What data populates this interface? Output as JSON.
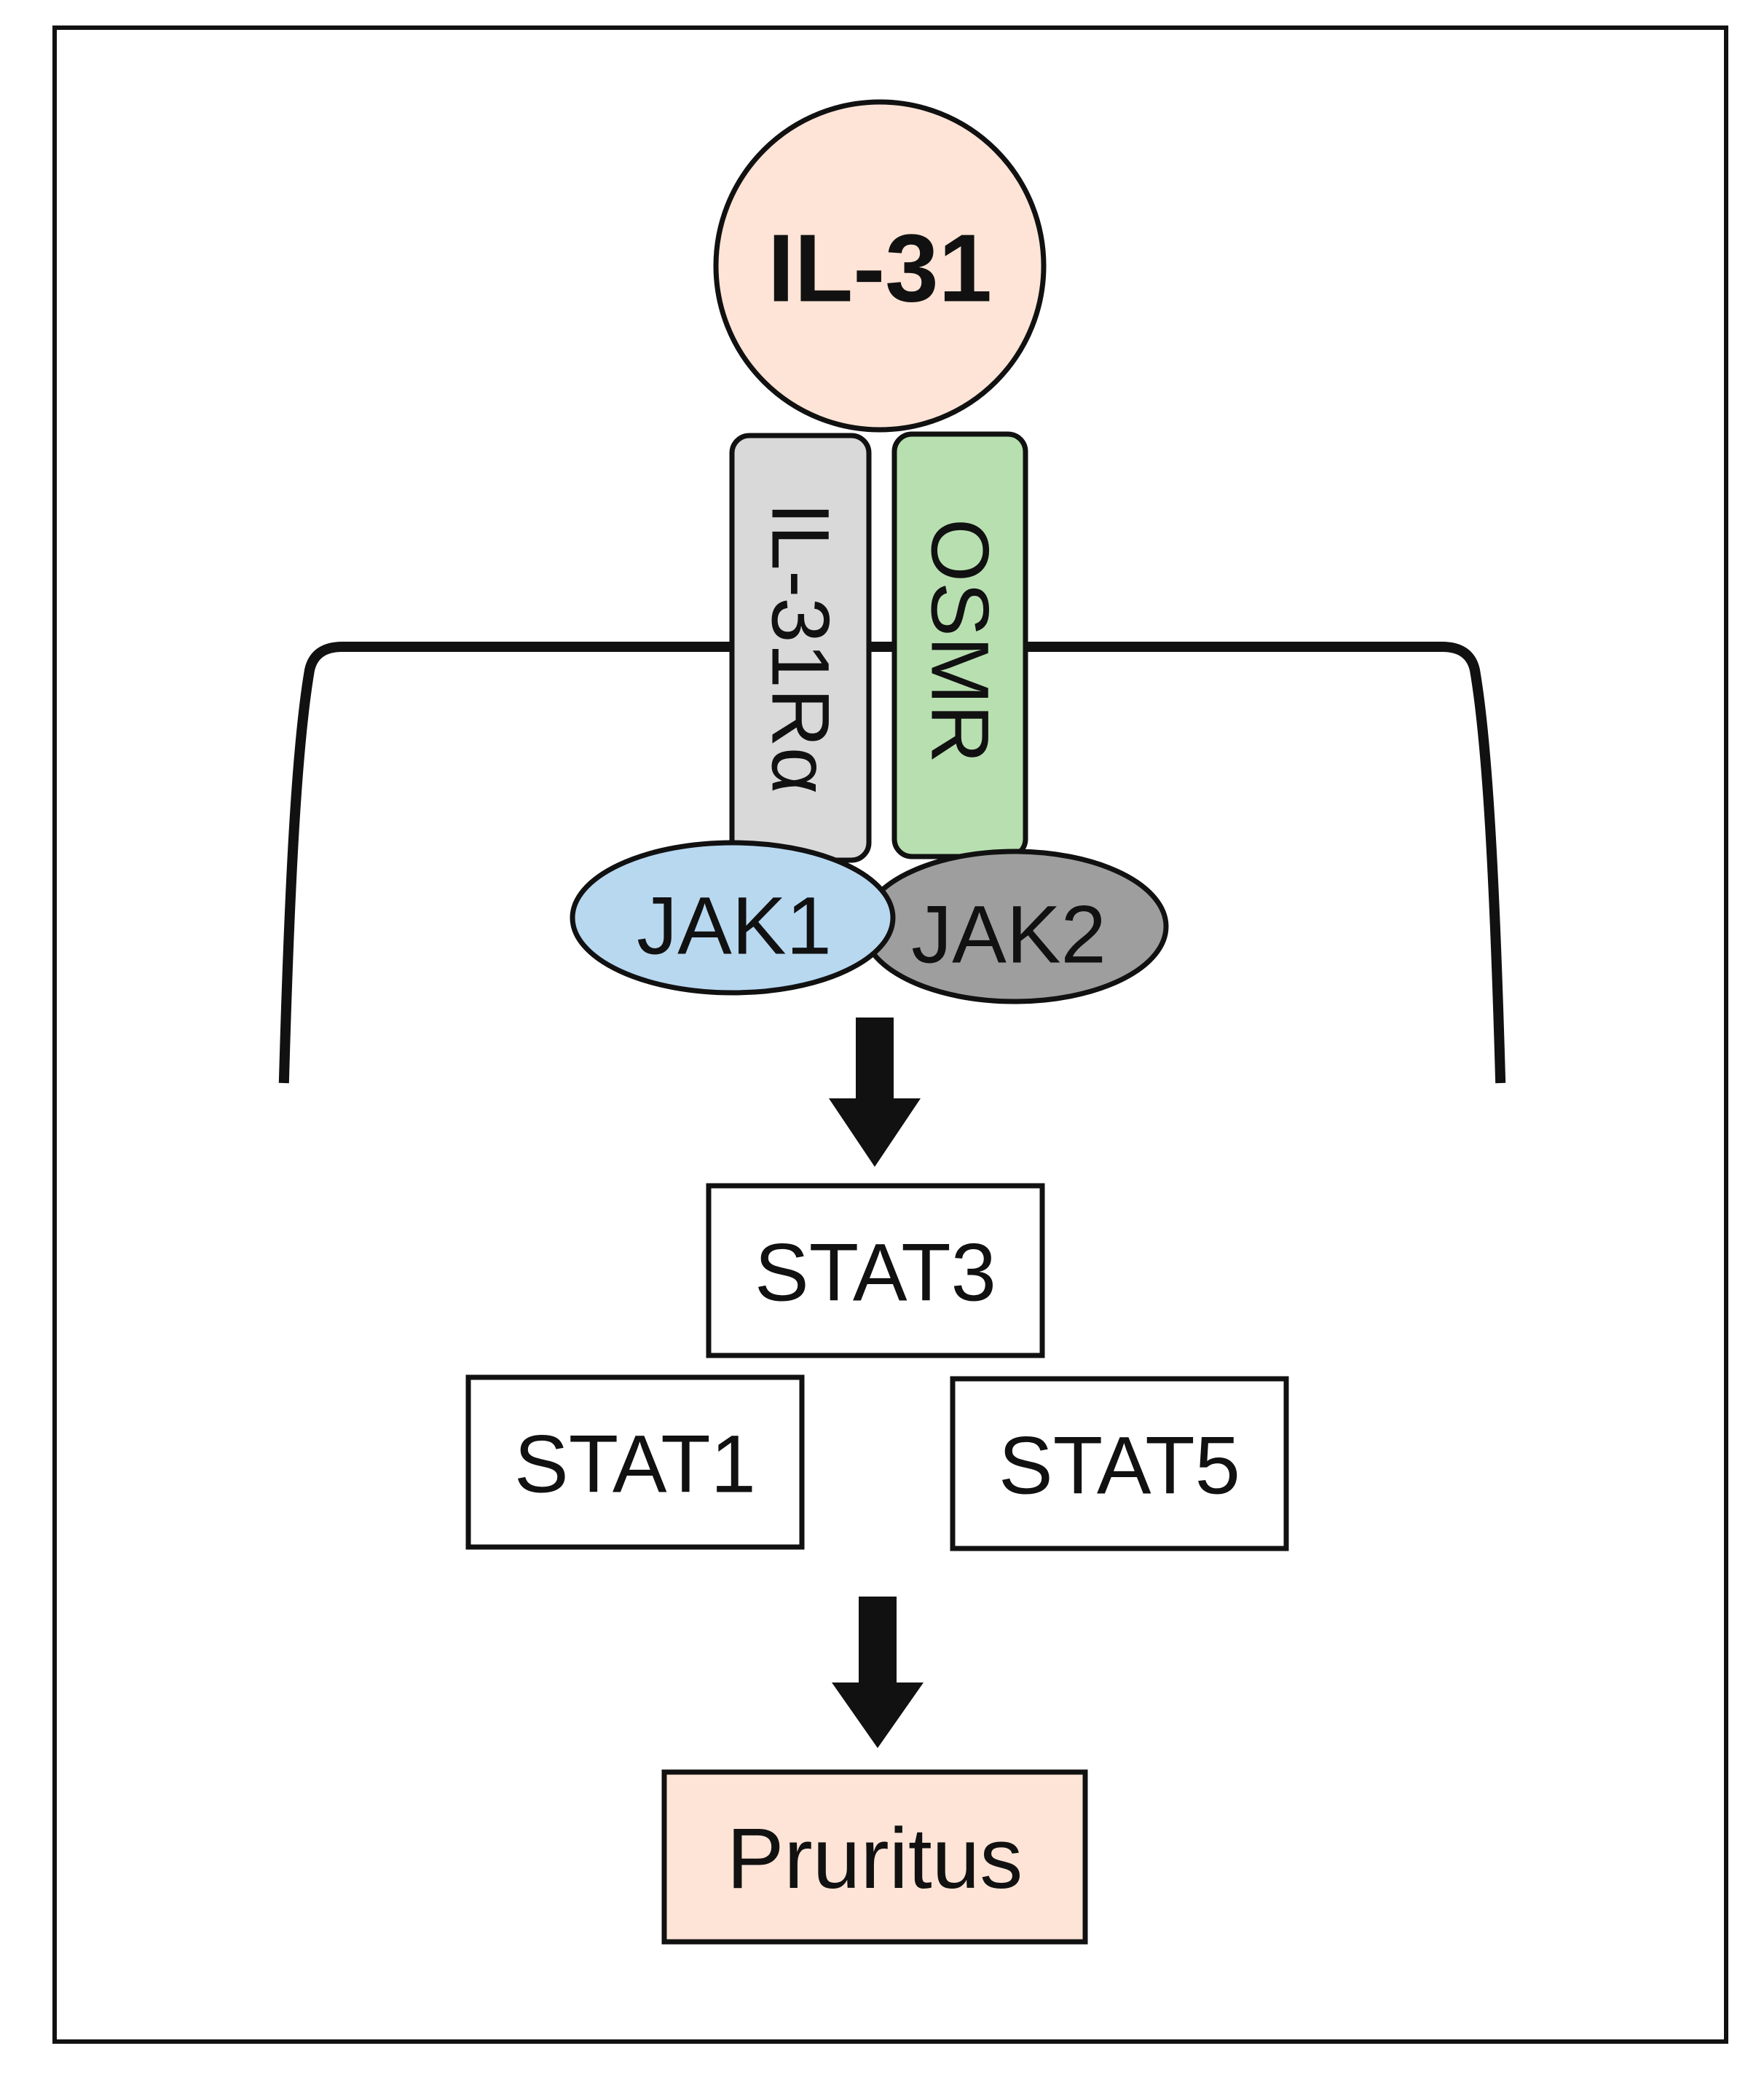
{
  "nodes": {
    "ligand": {
      "label": "IL-31"
    },
    "receptor_alpha": {
      "label": "IL-31Rα"
    },
    "receptor_osmr": {
      "label": "OSMR"
    },
    "kinase_1": {
      "label": "JAK1"
    },
    "kinase_2": {
      "label": "JAK2"
    },
    "stat_3": {
      "label": "STAT3"
    },
    "stat_1": {
      "label": "STAT1"
    },
    "stat_5": {
      "label": "STAT5"
    },
    "outcome": {
      "label": "Pruritus"
    }
  },
  "colors": {
    "ligand_fill": "#fde4d6",
    "receptor_alpha_fill": "#d9d9d9",
    "receptor_osmr_fill": "#b8dfb0",
    "kinase_1_fill": "#b8d8f0",
    "kinase_2_fill": "#9e9e9e",
    "outcome_fill": "#fde4d6",
    "stroke": "#111111"
  }
}
